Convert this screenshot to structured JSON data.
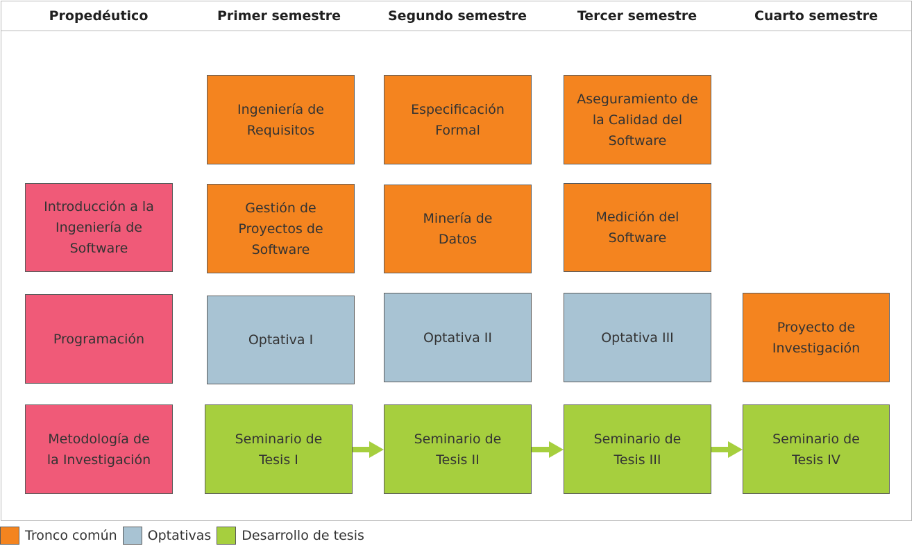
{
  "columns": [
    "Propedéutico",
    "Primer semestre",
    "Segundo semestre",
    "Tercer semestre",
    "Cuarto semestre"
  ],
  "boxes": {
    "ing_requisitos": "Ingeniería de\nRequisitos",
    "especificacion_formal": "Especificación\nFormal",
    "aseguramiento_calidad": "Aseguramiento de\nla Calidad del\nSoftware",
    "intro_ing_software": "Introducción a la\nIngeniería de\nSoftware",
    "gestion_proyectos": "Gestión de\nProyectos de\nSoftware",
    "mineria_datos": "Minería de\nDatos",
    "medicion_software": "Medición del\nSoftware",
    "programacion": "Programación",
    "optativa_1": "Optativa I",
    "optativa_2": "Optativa II",
    "optativa_3": "Optativa III",
    "proyecto_investigacion": "Proyecto de\nInvestigación",
    "metodologia_investigacion": "Metodología de\nla Investigación",
    "seminario_1": "Seminario de\nTesis I",
    "seminario_2": "Seminario de\nTesis II",
    "seminario_3": "Seminario de\nTesis III",
    "seminario_4": "Seminario de\nTesis IV"
  },
  "legend": [
    {
      "label": "Tronco común",
      "color": "#f4841f"
    },
    {
      "label": "Optativas",
      "color": "#a8c3d3"
    },
    {
      "label": "Desarrollo de tesis",
      "color": "#a6cf3e"
    }
  ],
  "colors": {
    "tronco_comun": "#f4841f",
    "propedeutico": "#f05a78",
    "optativas": "#a8c3d3",
    "desarrollo_tesis": "#a6cf3e"
  }
}
